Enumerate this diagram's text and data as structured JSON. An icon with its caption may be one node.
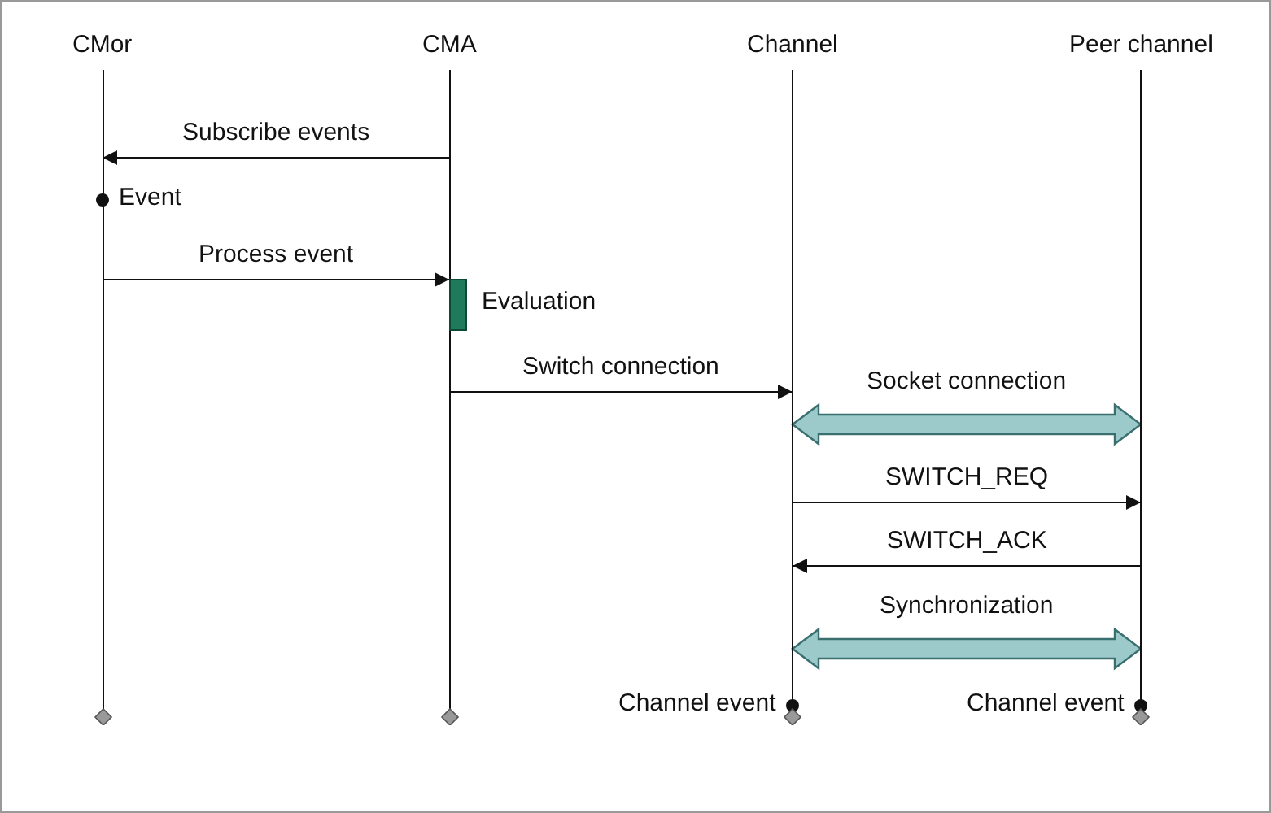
{
  "diagram": {
    "nodes": [
      {
        "text": [
          "CMor"
        ]
      },
      {
        "text": [
          "CMA"
        ]
      },
      {
        "text": [
          "Channel"
        ]
      },
      {
        "text": [
          "Peer channel"
        ]
      },
      {
        "text": [],
        "shape": "bar",
        "beside": [
          "Evaluation"
        ],
        "in": 1
      }
    ],
    "edges": [
      {
        "from": 1,
        "to": 0,
        "arrow": "to",
        "label": "Subscribe events"
      },
      {
        "from": 0,
        "to": 4,
        "arrow": "to",
        "label": "Process event"
      },
      {
        "from": 1,
        "to": 2,
        "arrow": "to",
        "label": "Switch connection"
      },
      {
        "from": 2,
        "to": 3,
        "arrow": "both",
        "label": "Socket connection",
        "style": "thick",
        "color": "#9ccaca"
      },
      {
        "from": 2,
        "to": 3,
        "arrow": "to",
        "label": "SWITCH_REQ"
      },
      {
        "from": 3,
        "to": 2,
        "arrow": "to",
        "label": "SWITCH_ACK"
      },
      {
        "from": 2,
        "to": 3,
        "arrow": "both",
        "label": "Synchronization",
        "style": "thick",
        "color": "#9ccaca"
      }
    ],
    "labels": [
      "Event",
      "Channel event",
      "Channel event"
    ]
  }
}
